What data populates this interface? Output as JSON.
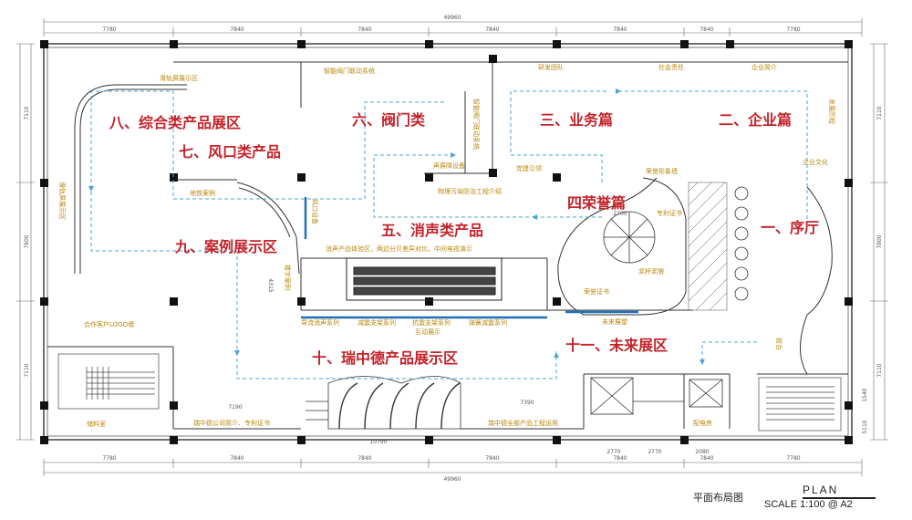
{
  "colors": {
    "zone": "#c4232a",
    "sub": "#b8860b",
    "route": "#4aa3d8",
    "wall": "#111111",
    "line": "#444444"
  },
  "zones": {
    "z1": "一、序厅",
    "z2": "二、企业篇",
    "z3": "三、业务篇",
    "z4": "四荣誉篇",
    "z5": "五、消声类产品",
    "z6": "六、阀门类",
    "z7": "七、风口类产品",
    "z8": "八、综合类产品展区",
    "z9": "九、案例展示区",
    "z10": "十、瑞中德产品展示区",
    "z11": "十一、未来展区"
  },
  "labels": {
    "slide_screen": "滑轨屏展示区",
    "slide_screen_v": "滑轨屏展示区",
    "smart_valve": "智能阀门联动系统",
    "smart_valve_box": "智能阀门联动系统",
    "rnd_team": "研发团队",
    "social": "社会责任",
    "intro": "企业简介",
    "history": "发展历程",
    "culture": "企业文化",
    "party": "党建引领",
    "screen_device": "声屏障设备",
    "physics_project": "物理污染防治工程介绍",
    "honor_wall": "荣誉形象墙",
    "patent": "专利证书",
    "honor_cert": "荣誉证书",
    "cup": "奖杯奖牌",
    "air_valve": "风口设备",
    "case_area": "地铁案例",
    "sound_zone": "消声产品体验区，两边分贝差异对比，中间电视演示",
    "future": "未来展望",
    "logo_wall": "合作客户LOGO墙",
    "storage": "储料室",
    "company_intro": "瑞中德公司简介、专利证书",
    "project_app": "瑞中德全部产品工程运用",
    "front_desk": "前台",
    "power_room": "配电房",
    "series1": "导流消声系列",
    "series2": "减震支架系列",
    "series3": "抗震支架系列",
    "series4": "弹簧减震系列",
    "interact": "互动展示",
    "building_case": "楼宇案例"
  },
  "dims": {
    "top_total": "49960",
    "bottom_total": "49960",
    "top_segs": [
      "7780",
      "7840",
      "7840",
      "7840",
      "7840",
      "7840",
      "7780"
    ],
    "bottom_segs": [
      "7780",
      "7840",
      "7840",
      "7840",
      "7840",
      "7840",
      "7780"
    ],
    "left_segs": [
      "7110",
      "7800",
      "7110"
    ],
    "right_segs": [
      "7110",
      "7800",
      "7110"
    ],
    "d7190": "7190",
    "d7390": "7390",
    "d10790": "10790",
    "d2770a": "2770",
    "d2770b": "2770",
    "d2080": "2080",
    "d4315": "4315",
    "d2700": "2700",
    "d1540": "1540",
    "d5110": "5110"
  },
  "footer": {
    "title": "平面布局图",
    "plan": "PLAN",
    "scale": "SCALE  1:100 @ A2"
  }
}
